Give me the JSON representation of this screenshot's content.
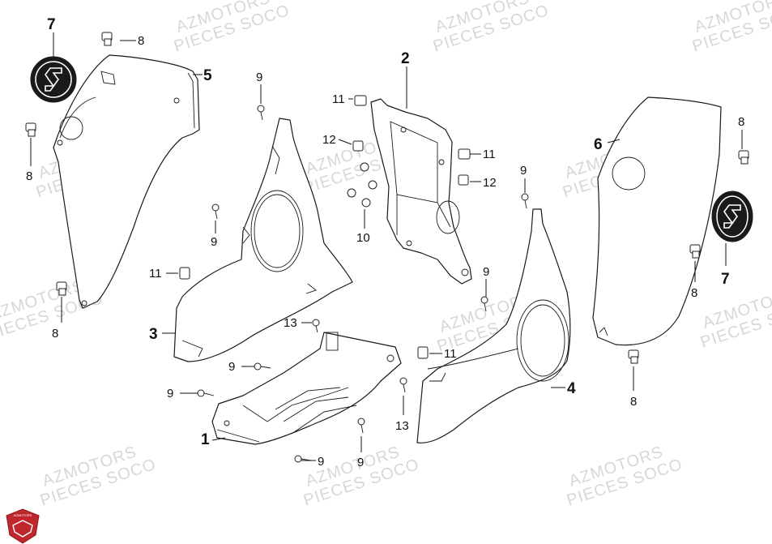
{
  "watermark": {
    "line1": "AZMOTORS",
    "line2": "PIECES SOCO"
  },
  "logo": {
    "text": "AZMOTORS",
    "color": "#c0272d"
  },
  "callouts": {
    "c1": "1",
    "c2": "2",
    "c3": "3",
    "c4": "4",
    "c5": "5",
    "c6": "6",
    "c7": "7",
    "c8": "8",
    "c9": "9",
    "c10": "10",
    "c11": "11",
    "c12": "12",
    "c13": "13"
  }
}
